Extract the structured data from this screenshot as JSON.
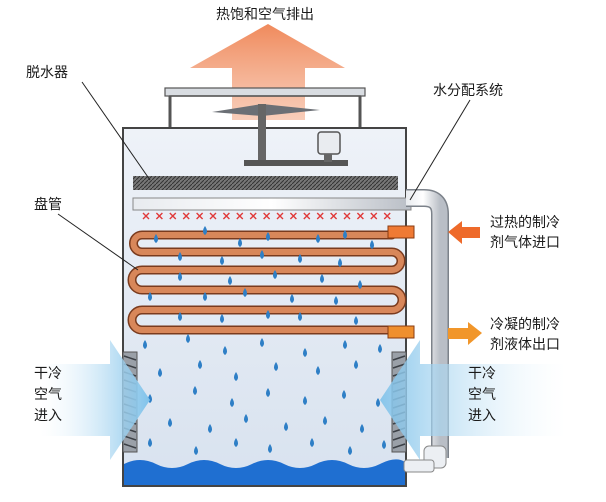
{
  "labels": {
    "exhaust": "热饱和空气排出",
    "eliminator": "脱水器",
    "water_distribution": "水分配系统",
    "coil": "盘管",
    "gas_inlet_line1": "过热的制冷",
    "gas_inlet_line2": "剂气体进口",
    "liquid_outlet_line1": "冷凝的制冷",
    "liquid_outlet_line2": "剂液体出口",
    "dry_air_left": [
      "干冷",
      "空气",
      "进入"
    ],
    "dry_air_right": [
      "干冷",
      "空气",
      "进入"
    ]
  },
  "colors": {
    "exhaust_arrow": "#f29068",
    "casing_fill": "#dfe7f2",
    "casing_stroke": "#444444",
    "coil_tube": "#d27f52",
    "coil_stroke": "#7a3b1e",
    "water_drop": "#2e7fc6",
    "basin_water": "#1f6fd1",
    "inlet_arrow_left": "#9ed3f0",
    "eliminator": "#555555",
    "nozzle_mark": "#e03a3a",
    "gas_arrow": "#ee6a2a",
    "liquid_arrow": "#f1962a",
    "pipe": "#c9ced6"
  },
  "icons": [
    "exhaust-arrow-icon",
    "fan-icon",
    "motor-icon",
    "inlet-arrow-icon",
    "outlet-arrow-icon",
    "air-inlet-arrow-icon",
    "water-drop-icon"
  ]
}
